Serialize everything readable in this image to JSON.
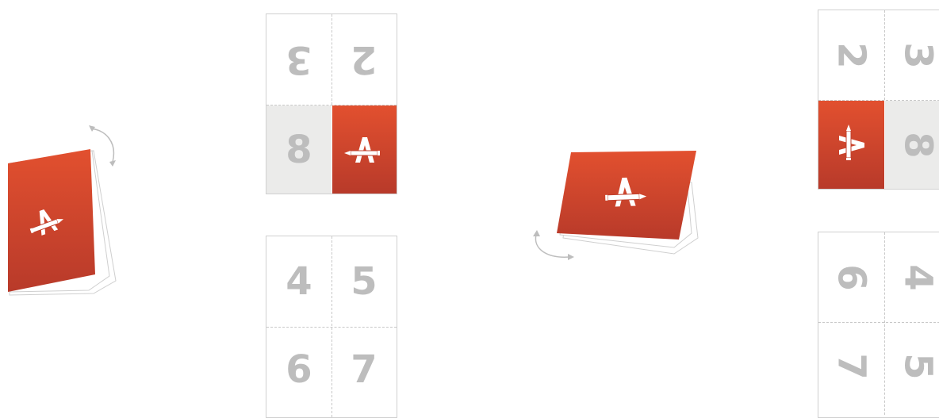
{
  "layout_a": {
    "top_sheet": [
      "3",
      "2",
      "8"
    ],
    "bottom_sheet": [
      "4",
      "5",
      "6",
      "7"
    ]
  },
  "layout_b": {
    "top_sheet": [
      "2",
      "3",
      "8"
    ],
    "bottom_sheet": [
      "6",
      "4",
      "7",
      "5"
    ]
  },
  "colors": {
    "cover_red": "#d9472d",
    "panel_grey": "#ebebea",
    "number_grey": "#bdbdbd"
  },
  "icons": [
    "rotate-arrow-icon",
    "pencil-a-logo-icon"
  ]
}
